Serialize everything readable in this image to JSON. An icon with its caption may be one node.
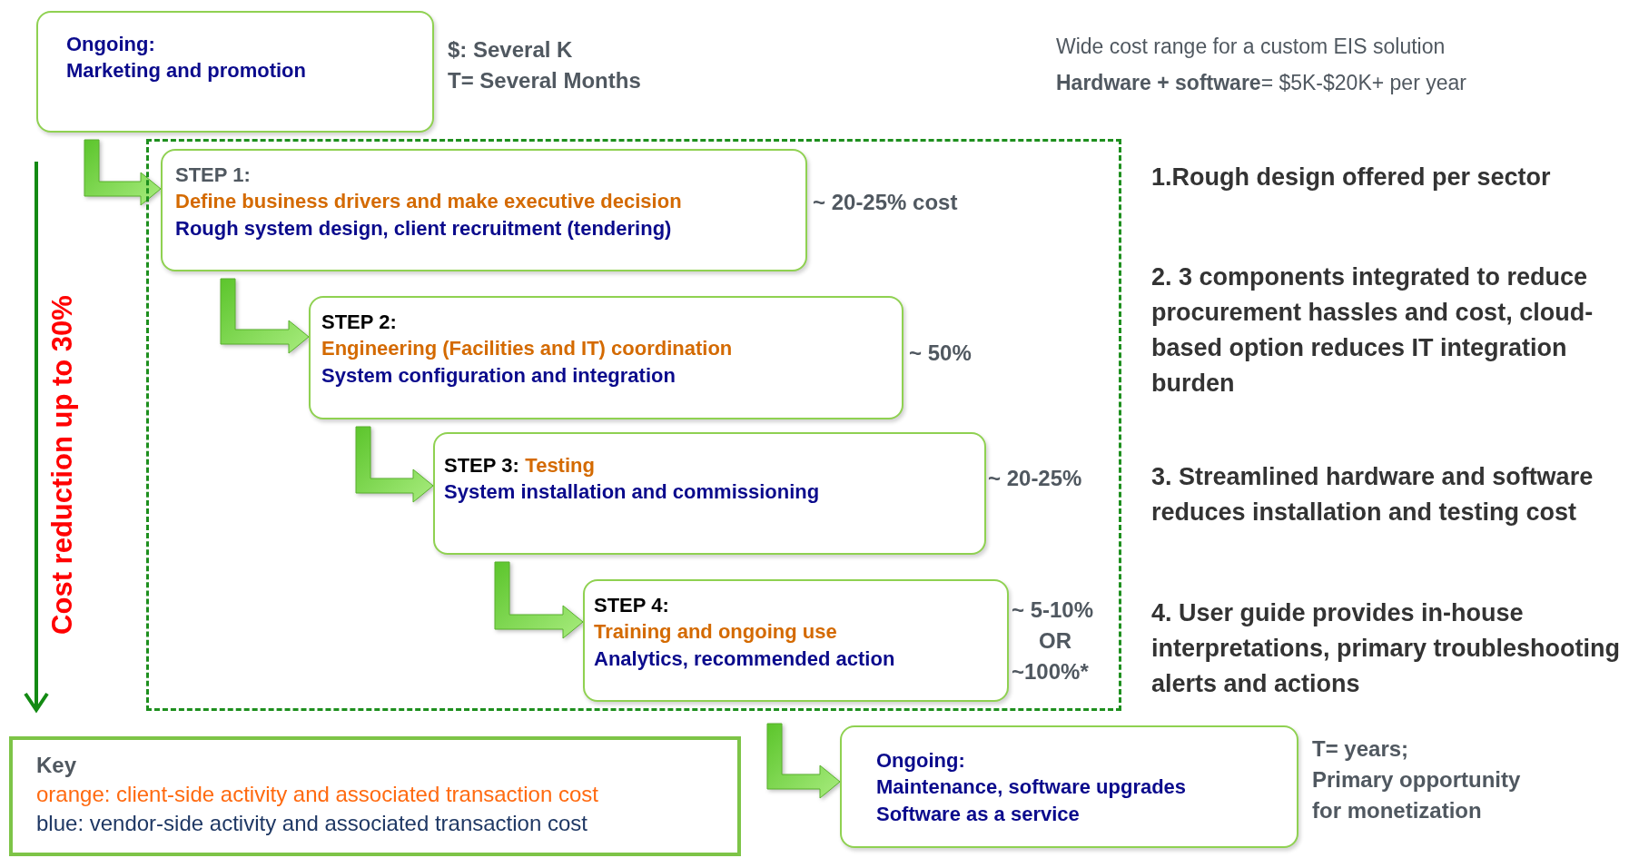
{
  "diagram": {
    "nodes": [
      {
        "text": [
          "Ongoing:",
          "Marketing and promotion"
        ],
        "beside": [
          "$: Several K",
          "T= Several Months"
        ]
      },
      {
        "text": [],
        "shape": "box"
      },
      {
        "text": [
          "STEP 1:",
          "Define business drivers and make executive decision",
          "Rough system design, client recruitment (tendering)"
        ],
        "in": 1,
        "beside": [
          "~ 20-25% cost"
        ]
      },
      {
        "text": [
          "STEP 2:",
          "Engineering (Facilities and IT) coordination",
          "System configuration and integration"
        ],
        "in": 1,
        "beside": [
          "~ 50%"
        ]
      },
      {
        "text": [
          "STEP 3:",
          "Testing",
          "System installation and commissioning"
        ],
        "in": 1,
        "beside": [
          "~ 20-25%"
        ]
      },
      {
        "text": [
          "STEP 4:",
          "Training and ongoing use",
          "Analytics, recommended action"
        ],
        "in": 1,
        "beside": [
          "~ 5-10%",
          "OR",
          "~100%*"
        ]
      },
      {
        "text": [
          "Ongoing:",
          "Maintenance, software upgrades",
          "Software as a service"
        ],
        "beside": [
          "T= years;",
          "Primary opportunity for monetization"
        ]
      },
      {
        "text": [
          "Key",
          "orange: client-side activity and associated transaction cost",
          "blue: vendor-side activity and associated transaction cost"
        ]
      }
    ],
    "edges": [
      {
        "from": 0,
        "to": 2,
        "arrow": "to"
      },
      {
        "from": 2,
        "to": 3,
        "arrow": "to"
      },
      {
        "from": 3,
        "to": 4,
        "arrow": "to"
      },
      {
        "from": 4,
        "to": 5,
        "arrow": "to"
      },
      {
        "from": 1,
        "to": 6,
        "arrow": "to"
      }
    ],
    "labels": [
      "Wide cost range for a custom EIS solution",
      "**Hardware + software**= $5K-$20K+ per year",
      "Cost reduction up to 30%",
      "1.Rough design offered per sector",
      "2. 3 components integrated to reduce procurement hassles and cost, cloud-based option reduces IT integration burden",
      "3. Streamlined hardware and software reduces installation and testing cost",
      "4. User guide provides in-house interpretations, primary troubleshooting alerts and actions"
    ]
  }
}
